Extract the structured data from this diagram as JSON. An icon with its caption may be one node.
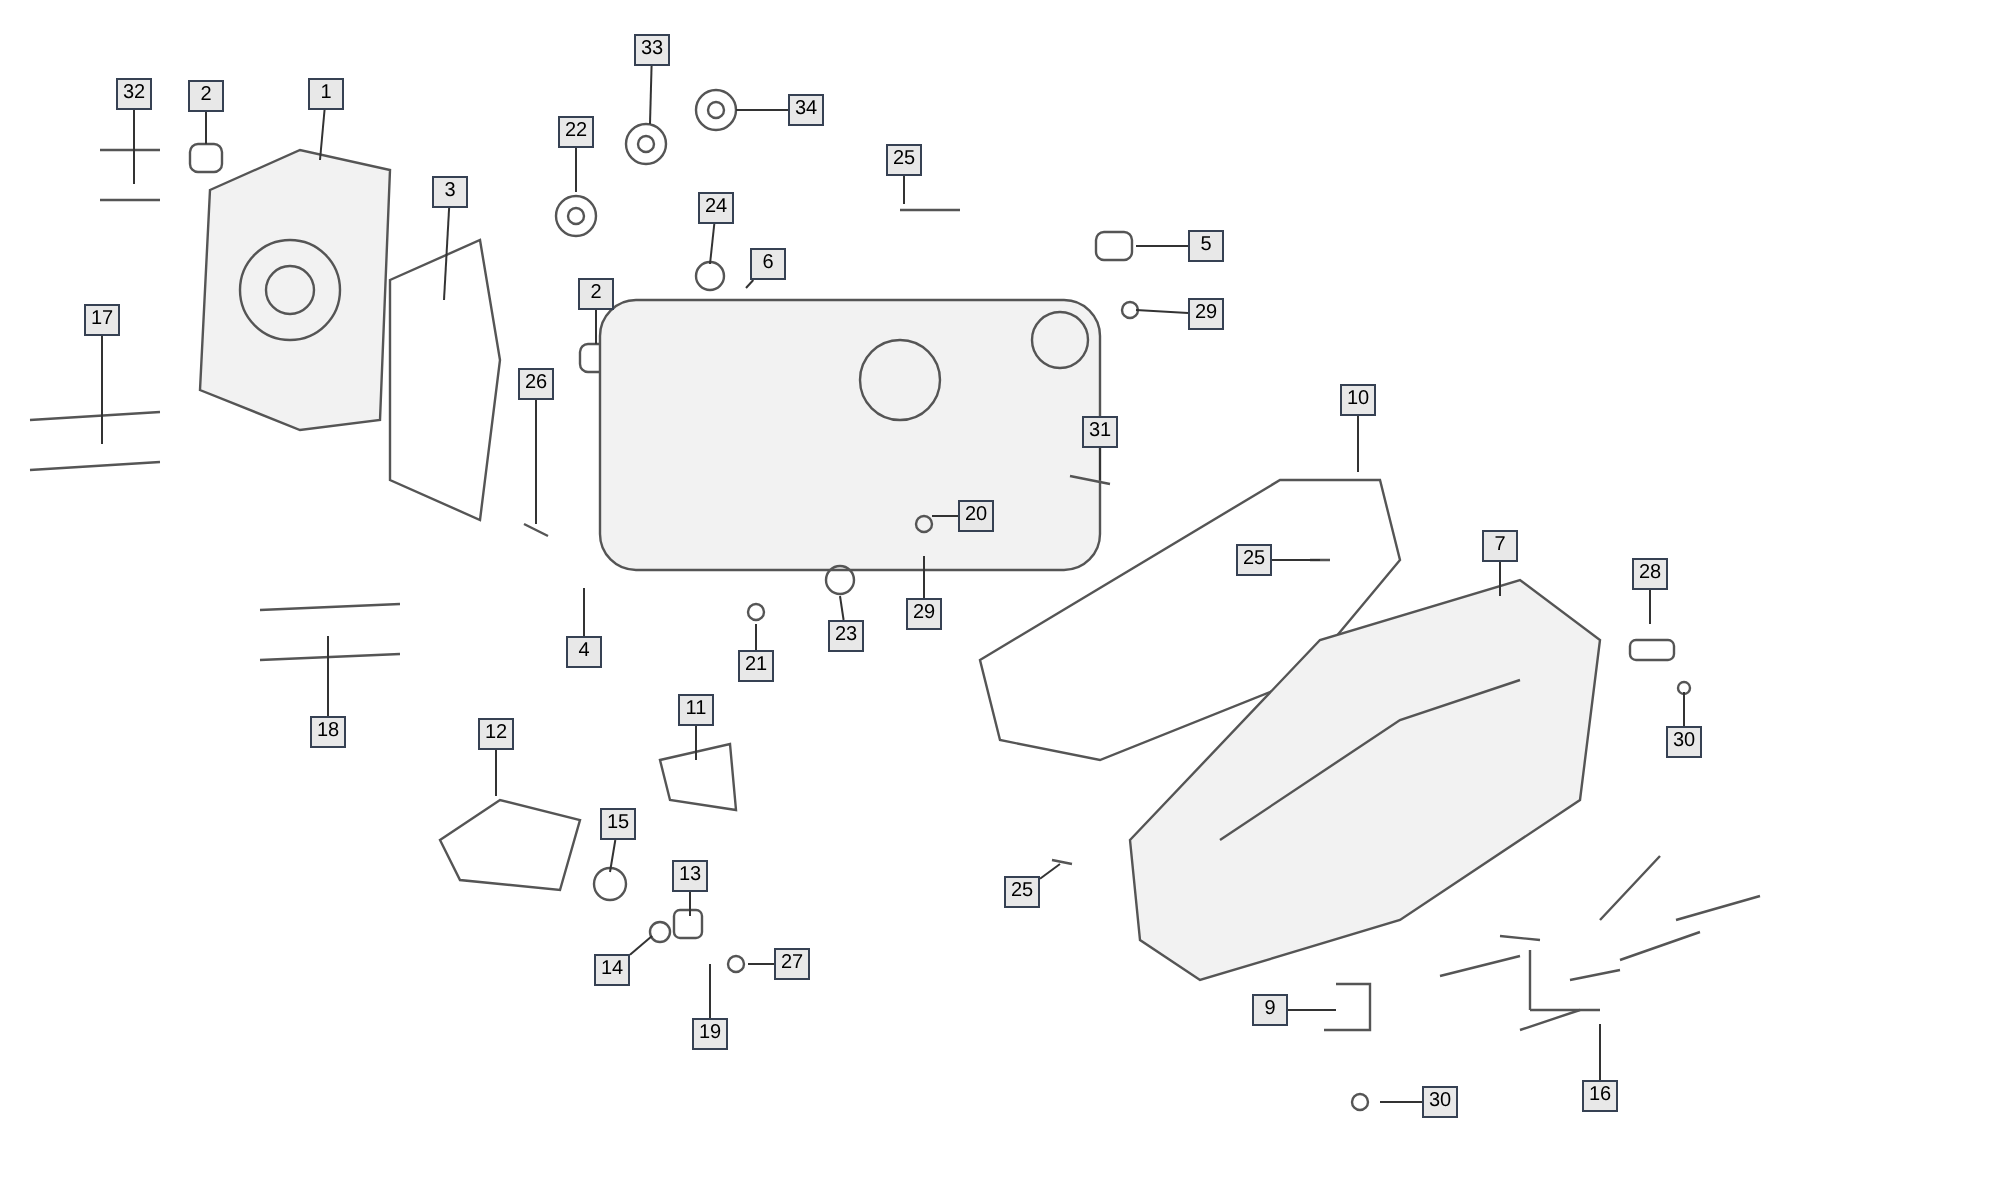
{
  "diagram": {
    "nodes": [
      {
        "text": [
          "32"
        ]
      },
      {
        "text": [
          "2"
        ]
      },
      {
        "text": [
          "1"
        ]
      },
      {
        "text": [
          "33"
        ]
      },
      {
        "text": [
          "34"
        ]
      },
      {
        "text": [
          "22"
        ]
      },
      {
        "text": [
          "3"
        ]
      },
      {
        "text": [
          "25"
        ]
      },
      {
        "text": [
          "24"
        ]
      },
      {
        "text": [
          "5"
        ]
      },
      {
        "text": [
          "6"
        ]
      },
      {
        "text": [
          "2"
        ]
      },
      {
        "text": [
          "29"
        ]
      },
      {
        "text": [
          "17"
        ]
      },
      {
        "text": [
          "26"
        ]
      },
      {
        "text": [
          "10"
        ]
      },
      {
        "text": [
          "31"
        ]
      },
      {
        "text": [
          "20"
        ]
      },
      {
        "text": [
          "7"
        ]
      },
      {
        "text": [
          "25"
        ]
      },
      {
        "text": [
          "28"
        ]
      },
      {
        "text": [
          "29"
        ]
      },
      {
        "text": [
          "23"
        ]
      },
      {
        "text": [
          "4"
        ]
      },
      {
        "text": [
          "21"
        ]
      },
      {
        "text": [
          "11"
        ]
      },
      {
        "text": [
          "18"
        ]
      },
      {
        "text": [
          "12"
        ]
      },
      {
        "text": [
          "30"
        ]
      },
      {
        "text": [
          "15"
        ]
      },
      {
        "text": [
          "13"
        ]
      },
      {
        "text": [
          "25"
        ]
      },
      {
        "text": [
          "27"
        ]
      },
      {
        "text": [
          "14"
        ]
      },
      {
        "text": [
          "9"
        ]
      },
      {
        "text": [
          "19"
        ]
      },
      {
        "text": [
          "16"
        ]
      },
      {
        "text": [
          "30"
        ]
      }
    ],
    "edges": [
      {
        "from": 0,
        "to": null,
        "arrow": "none"
      },
      {
        "from": 1,
        "to": null,
        "arrow": "none"
      },
      {
        "from": 2,
        "to": null,
        "arrow": "none"
      },
      {
        "from": 3,
        "to": null,
        "arrow": "none"
      },
      {
        "from": 4,
        "to": null,
        "arrow": "none"
      },
      {
        "from": 5,
        "to": null,
        "arrow": "none"
      },
      {
        "from": 6,
        "to": null,
        "arrow": "none"
      },
      {
        "from": 7,
        "to": null,
        "arrow": "none"
      },
      {
        "from": 8,
        "to": null,
        "arrow": "none"
      },
      {
        "from": 9,
        "to": null,
        "arrow": "none"
      },
      {
        "from": 10,
        "to": null,
        "arrow": "none"
      },
      {
        "from": 11,
        "to": null,
        "arrow": "none"
      },
      {
        "from": 12,
        "to": null,
        "arrow": "none"
      },
      {
        "from": 13,
        "to": null,
        "arrow": "none"
      },
      {
        "from": 14,
        "to": null,
        "arrow": "none"
      },
      {
        "from": 15,
        "to": null,
        "arrow": "none"
      },
      {
        "from": 16,
        "to": null,
        "arrow": "none"
      },
      {
        "from": 17,
        "to": null,
        "arrow": "none"
      },
      {
        "from": 18,
        "to": null,
        "arrow": "none"
      },
      {
        "from": 19,
        "to": null,
        "arrow": "none"
      },
      {
        "from": 20,
        "to": null,
        "arrow": "none"
      },
      {
        "from": 21,
        "to": null,
        "arrow": "none"
      },
      {
        "from": 22,
        "to": null,
        "arrow": "none"
      },
      {
        "from": 23,
        "to": null,
        "arrow": "none"
      },
      {
        "from": 24,
        "to": null,
        "arrow": "none"
      },
      {
        "from": 25,
        "to": null,
        "arrow": "none"
      },
      {
        "from": 26,
        "to": null,
        "arrow": "none"
      },
      {
        "from": 27,
        "to": null,
        "arrow": "none"
      },
      {
        "from": 28,
        "to": null,
        "arrow": "none"
      },
      {
        "from": 29,
        "to": null,
        "arrow": "none"
      },
      {
        "from": 30,
        "to": null,
        "arrow": "none"
      },
      {
        "from": 31,
        "to": null,
        "arrow": "none"
      },
      {
        "from": 32,
        "to": null,
        "arrow": "none"
      },
      {
        "from": 33,
        "to": null,
        "arrow": "none"
      },
      {
        "from": 34,
        "to": null,
        "arrow": "none"
      },
      {
        "from": 35,
        "to": null,
        "arrow": "none"
      },
      {
        "from": 36,
        "to": null,
        "arrow": "none"
      },
      {
        "from": 37,
        "to": null,
        "arrow": "none"
      }
    ]
  }
}
